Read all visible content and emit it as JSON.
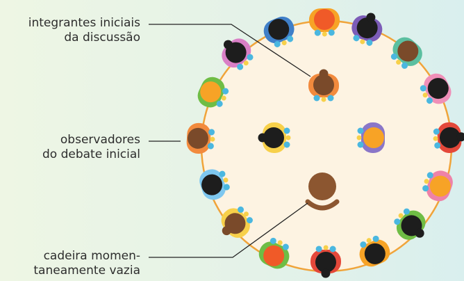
{
  "labels": {
    "initial_members": {
      "line1": "integrantes iniciais",
      "line2": "da discussão"
    },
    "observers": {
      "line1": "observadores",
      "line2": "do debate inicial"
    },
    "empty_chair": {
      "line1": "cadeira momen-",
      "line2": "taneamente vazia"
    }
  },
  "colors": {
    "floor": "#fdf3e2",
    "ring": "#f0a43a",
    "leader_line": "#222222",
    "empty_chair": "#8c5630"
  }
}
